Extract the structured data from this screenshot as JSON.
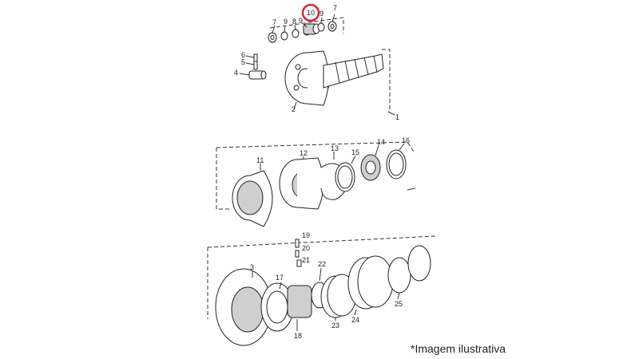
{
  "caption": "*Imagem ilustrativa",
  "highlight_color": "#d9222a",
  "callouts": {
    "top": [
      "7",
      "9",
      "8",
      "9",
      "10",
      "9",
      "7",
      "6",
      "5",
      "4",
      "2",
      "1"
    ],
    "middle": [
      "11",
      "12",
      "13",
      "15",
      "14",
      "16"
    ],
    "bottom": [
      "19",
      "20",
      "21",
      "22",
      "3",
      "17",
      "18",
      "23",
      "24",
      "25"
    ]
  },
  "highlighted_callout": "10"
}
